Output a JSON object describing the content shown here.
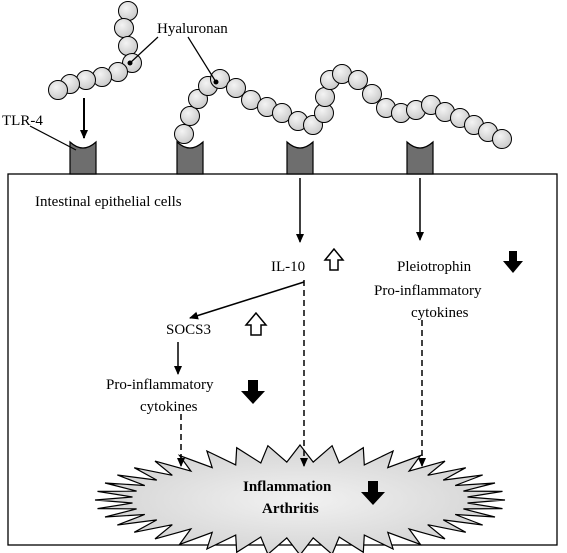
{
  "labels": {
    "hyaluronan": "Hyaluronan",
    "tlr4": "TLR-4",
    "cells": "Intestinal epithelial cells",
    "il10": "IL-10",
    "pleiotrophin": "Pleiotrophin",
    "proinflam_right_1": "Pro-inflammatory",
    "proinflam_right_2": "cytokines",
    "socs3": "SOCS3",
    "proinflam_left_1": "Pro-inflammatory",
    "proinflam_left_2": "cytokines",
    "outcome_1": "Inflammation",
    "outcome_2": "Arthritis"
  },
  "indicators": {
    "il10": "up",
    "socs3": "up",
    "pleiotrophin": "down",
    "proinflam_left": "down",
    "outcome": "down"
  },
  "colors": {
    "bead_fill": "#dcdcdc",
    "receptor_fill": "#6e6e6e",
    "burst_fill": "#dcdcdc",
    "line": "#000000"
  }
}
